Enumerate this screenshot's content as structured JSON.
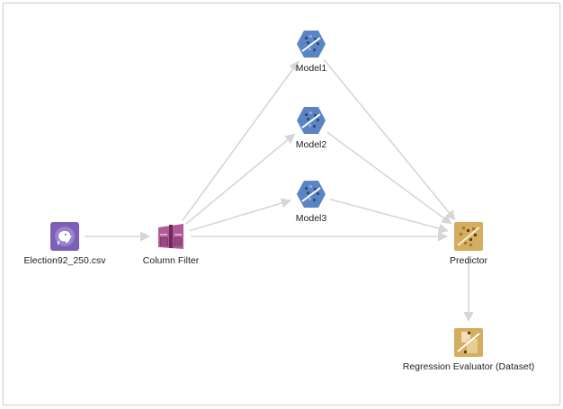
{
  "workflow": {
    "nodes": [
      {
        "id": "csv",
        "label": "Election92_250.csv",
        "type": "dataset-source",
        "icon": "election-dataset-icon",
        "color": "#7b5fb8"
      },
      {
        "id": "filter",
        "label": "Column Filter",
        "type": "transform",
        "icon": "column-filter-icon",
        "color": "#b05a98"
      },
      {
        "id": "model1",
        "label": "Model1",
        "type": "model",
        "icon": "model-hexagon-icon",
        "color": "#5a84c4"
      },
      {
        "id": "model2",
        "label": "Model2",
        "type": "model",
        "icon": "model-hexagon-icon",
        "color": "#5a84c4"
      },
      {
        "id": "model3",
        "label": "Model3",
        "type": "model",
        "icon": "model-hexagon-icon",
        "color": "#5a84c4"
      },
      {
        "id": "predictor",
        "label": "Predictor",
        "type": "predictor",
        "icon": "predictor-icon",
        "color": "#d4ad5e"
      },
      {
        "id": "evaluator",
        "label": "Regression Evaluator (Dataset)",
        "type": "evaluator",
        "icon": "regression-evaluator-icon",
        "color": "#d4ad5e"
      }
    ],
    "edges": [
      {
        "from": "csv",
        "to": "filter"
      },
      {
        "from": "filter",
        "to": "model1"
      },
      {
        "from": "filter",
        "to": "model2"
      },
      {
        "from": "filter",
        "to": "model3"
      },
      {
        "from": "filter",
        "to": "predictor"
      },
      {
        "from": "model1",
        "to": "predictor"
      },
      {
        "from": "model2",
        "to": "predictor"
      },
      {
        "from": "model3",
        "to": "predictor"
      },
      {
        "from": "predictor",
        "to": "evaluator"
      }
    ],
    "edge_color": "#d6d6d6"
  }
}
